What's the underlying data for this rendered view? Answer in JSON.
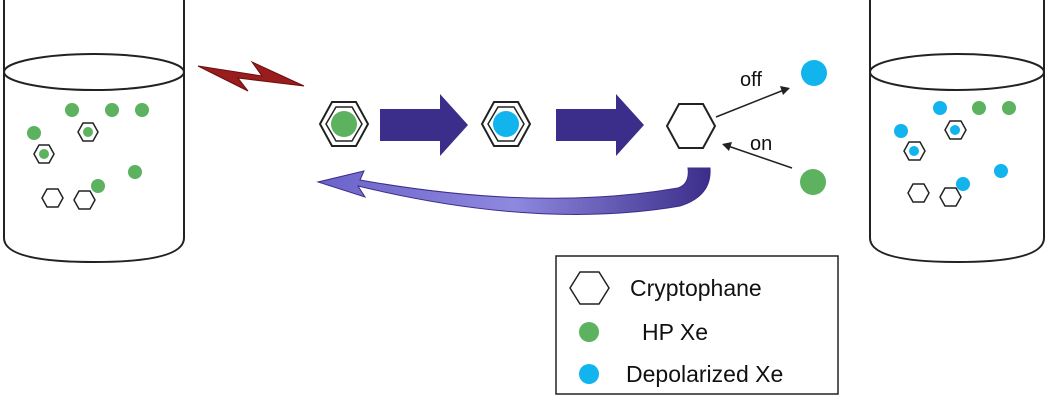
{
  "labels": {
    "off": "off",
    "on": "on"
  },
  "legend": {
    "items": [
      {
        "label": "Cryptophane",
        "icon": "hexagon-icon"
      },
      {
        "label": "HP Xe",
        "icon": "green-dot-icon"
      },
      {
        "label": "Depolarized Xe",
        "icon": "blue-dot-icon"
      }
    ]
  },
  "colors": {
    "hp_xe": "#5cb25f",
    "depolarized_xe": "#12b4ee",
    "process_arrow": "#3b2e8a",
    "laser": "#9b1c1c",
    "outline": "#222222"
  }
}
